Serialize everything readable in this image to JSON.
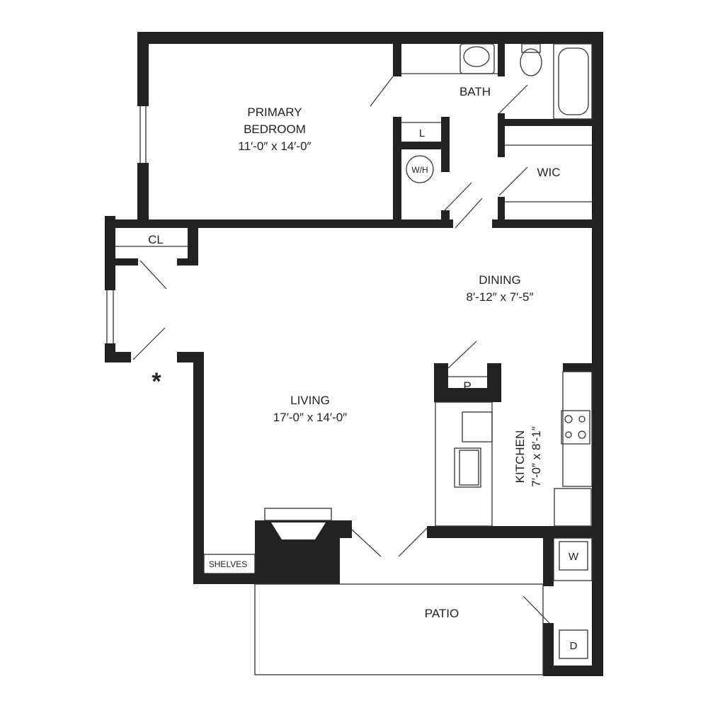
{
  "rooms": {
    "bedroom": {
      "name_line1": "PRIMARY",
      "name_line2": "BEDROOM",
      "dims": "11′-0″ x 14′-0″"
    },
    "bath": {
      "name": "BATH"
    },
    "linen": {
      "name": "L"
    },
    "water_heater": {
      "name": "W/H"
    },
    "wic": {
      "name": "WIC"
    },
    "closet": {
      "name": "CL"
    },
    "dining": {
      "name": "DINING",
      "dims": "8′-12″ x 7′-5″"
    },
    "living": {
      "name": "LIVING",
      "dims": "17′-0″ x 14′-0″"
    },
    "pantry": {
      "name": "P"
    },
    "kitchen": {
      "name": "KITCHEN",
      "dims": "7′-0″ x 8′-1″"
    },
    "shelves": {
      "name": "SHELVES"
    },
    "patio": {
      "name": "PATIO"
    },
    "washer": {
      "name": "W"
    },
    "dryer": {
      "name": "D"
    }
  },
  "entry_marker": "*",
  "colors": {
    "wall": "#222222",
    "line": "#333333"
  }
}
